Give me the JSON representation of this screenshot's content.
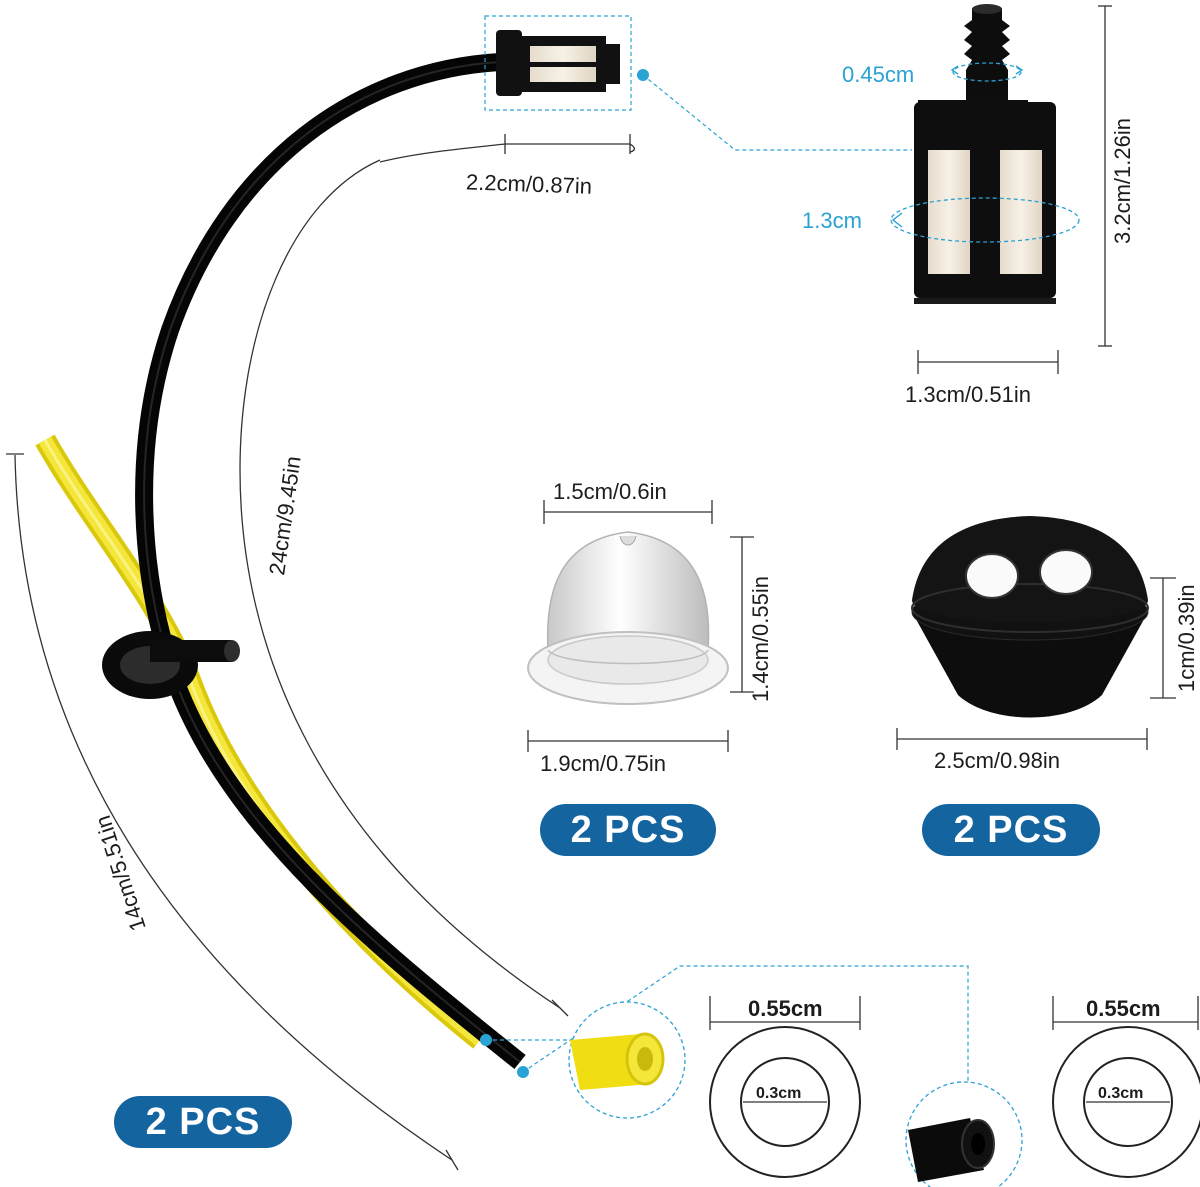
{
  "colors": {
    "accent_blue": "#2aa2d4",
    "badge_blue": "#1464a0",
    "tube_yellow": "#f2e21a",
    "part_black": "#111111"
  },
  "badges": {
    "primer_bulb_qty": "2 PCS",
    "grommet_qty": "2 PCS",
    "fuel_line_qty": "2 PCS"
  },
  "fuel_line": {
    "filter_length": "2.2cm/0.87in",
    "black_line_length": "24cm/9.45in",
    "yellow_line_length": "14cm/5.51in"
  },
  "fuel_filter": {
    "nozzle_diameter": "0.45cm",
    "body_diameter": "1.3cm",
    "height": "3.2cm/1.26in",
    "width": "1.3cm/0.51in"
  },
  "primer_bulb": {
    "top_width": "1.5cm/0.6in",
    "height": "1.4cm/0.55in",
    "base_width": "1.9cm/0.75in"
  },
  "grommet": {
    "height": "1cm/0.39in",
    "width": "2.5cm/0.98in"
  },
  "tube_cross_sections": {
    "yellow_outer": "0.55cm",
    "yellow_inner": "0.3cm",
    "black_outer": "0.55cm",
    "black_inner": "0.3cm"
  }
}
